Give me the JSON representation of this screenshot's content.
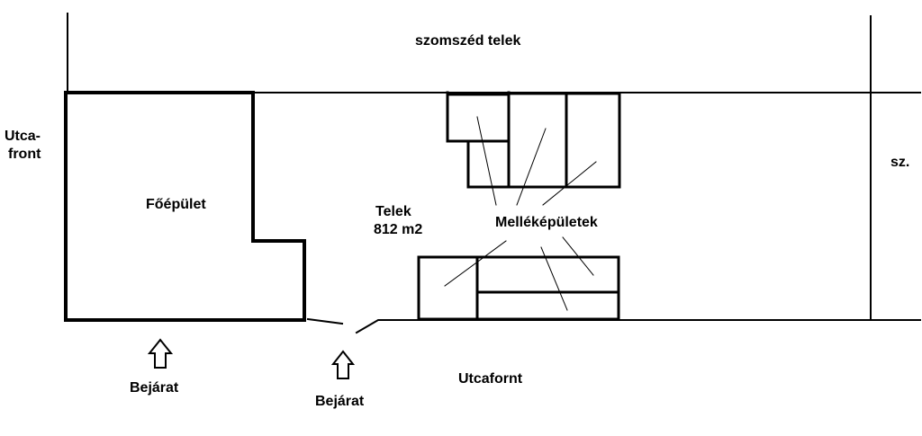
{
  "labels": {
    "neighbor_plot": "szomszéd telek",
    "street_front_left_1": "Utca-",
    "street_front_left_2": "front",
    "side_neighbor": "sz.",
    "main_building": "Főépület",
    "plot_name": "Telek",
    "plot_area": "812 m2",
    "outbuildings": "Melléképületek",
    "entrance_1": "Bejárat",
    "entrance_2": "Bejárat",
    "street_front_bottom": "Utcafornt"
  },
  "colors": {
    "line": "#000000",
    "background": "#ffffff"
  }
}
